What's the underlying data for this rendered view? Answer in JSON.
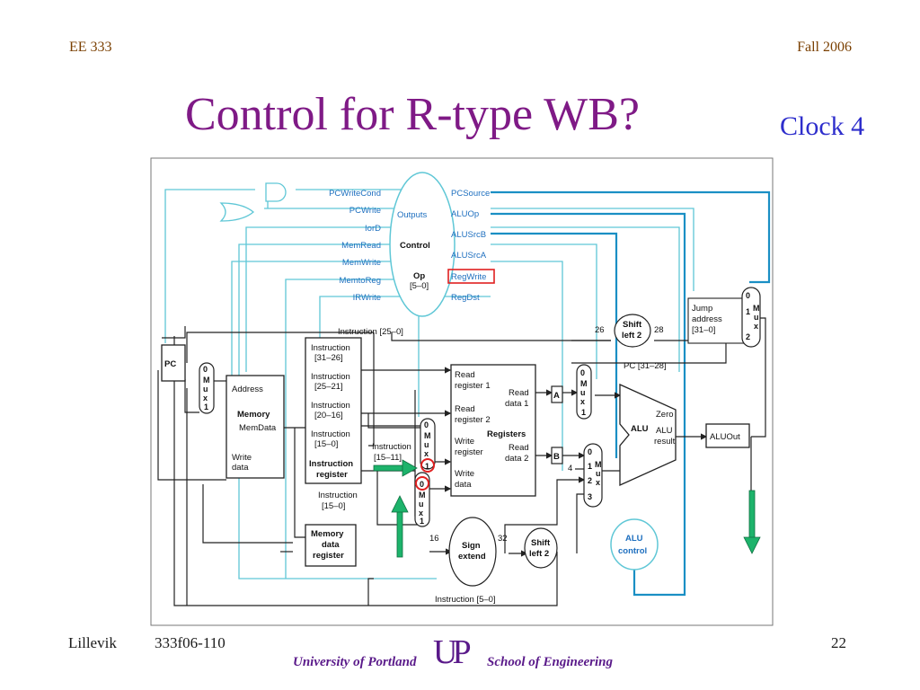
{
  "header": {
    "course": "EE 333",
    "term": "Fall 2006"
  },
  "title": "Control for R-type WB?",
  "clock_label": "Clock 4",
  "footer": {
    "author": "Lillevik",
    "doc_id": "333f06-110",
    "page": "22",
    "university": "University of Portland",
    "school": "School of Engineering",
    "logo_text": "UP"
  },
  "diagram": {
    "control_unit": {
      "outputs": "Outputs",
      "control": "Control",
      "op": "Op",
      "op_bits": "[5–0]"
    },
    "control_signals_left": [
      "PCWriteCond",
      "PCWrite",
      "IorD",
      "MemRead",
      "MemWrite",
      "MemtoReg",
      "IRWrite"
    ],
    "control_signals_right": [
      "PCSource",
      "ALUOp",
      "ALUSrcB",
      "ALUSrcA",
      "RegWrite",
      "RegDst"
    ],
    "highlighted_signal": "RegWrite",
    "pc": "PC",
    "memory": {
      "address": "Address",
      "name": "Memory",
      "memdata": "MemData",
      "write": "Write",
      "data": "data"
    },
    "instr_fields": [
      "Instruction",
      "[31–26]",
      "Instruction",
      "[25–21]",
      "Instruction",
      "[20–16]",
      "Instruction",
      "[15–0]"
    ],
    "instr_register": [
      "Instruction",
      "register"
    ],
    "instr_15_0": [
      "Instruction",
      "[15–0]"
    ],
    "instr_15_11": [
      "Instruction",
      "[15–11]"
    ],
    "instr_25_0": "Instruction [25–0]",
    "instr_5_0": "Instruction [5–0]",
    "mem_data_register": [
      "Memory",
      "data",
      "register"
    ],
    "registers": {
      "read_reg1": [
        "Read",
        "register 1"
      ],
      "read_reg2": [
        "Read",
        "register 2"
      ],
      "write_reg": [
        "Write",
        "register"
      ],
      "write_data": [
        "Write",
        "data"
      ],
      "read_data1": [
        "Read",
        "data 1"
      ],
      "read_data2": [
        "Read",
        "data 2"
      ],
      "name": "Registers"
    },
    "reg_a": "A",
    "reg_b": "B",
    "shift_left2_top": [
      "Shift",
      "left 2"
    ],
    "shift_left2_bottom": [
      "Shift",
      "left 2"
    ],
    "bits_26": "26",
    "bits_28": "28",
    "bits_16": "16",
    "bits_32": "32",
    "bits_4": "4",
    "jump_address": [
      "Jump",
      "address",
      "[31–0]"
    ],
    "pc_31_28": "PC [31–28]",
    "sign_extend": [
      "Sign",
      "extend"
    ],
    "alu": {
      "name": "ALU",
      "zero": "Zero",
      "result": [
        "ALU",
        "result"
      ]
    },
    "alu_out": "ALUOut",
    "alu_control": [
      "ALU",
      "control"
    ],
    "mux_letters": [
      "M",
      "u",
      "x"
    ]
  }
}
